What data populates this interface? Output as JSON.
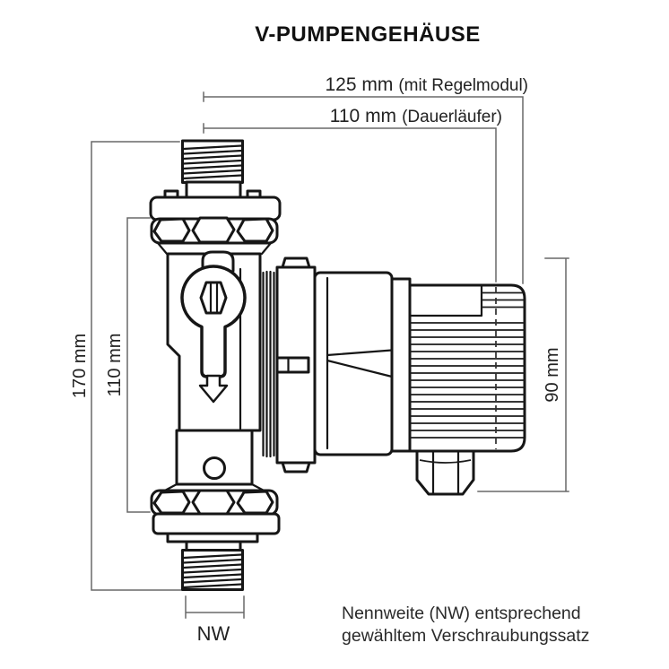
{
  "title": "V-PUMPENGEHÄUSE",
  "dimensions": {
    "overall_width": {
      "value": "125 mm",
      "qualifier": "(mit Regelmodul)"
    },
    "pump_width": {
      "value": "110 mm",
      "qualifier": "(Dauerläufer)"
    },
    "overall_height": {
      "value": "170 mm"
    },
    "union_distance": {
      "value": "110 mm"
    },
    "motor_height": {
      "value": "90 mm"
    },
    "nominal_width_label": "NW"
  },
  "footnote": {
    "line1": "Nennweite (NW) entsprechend",
    "line2": "gewähltem Verschraubungssatz"
  },
  "colors": {
    "background": "#ffffff",
    "drawing_line": "#161616",
    "dimension_line": "#686868",
    "text": "#1d1d1d"
  }
}
